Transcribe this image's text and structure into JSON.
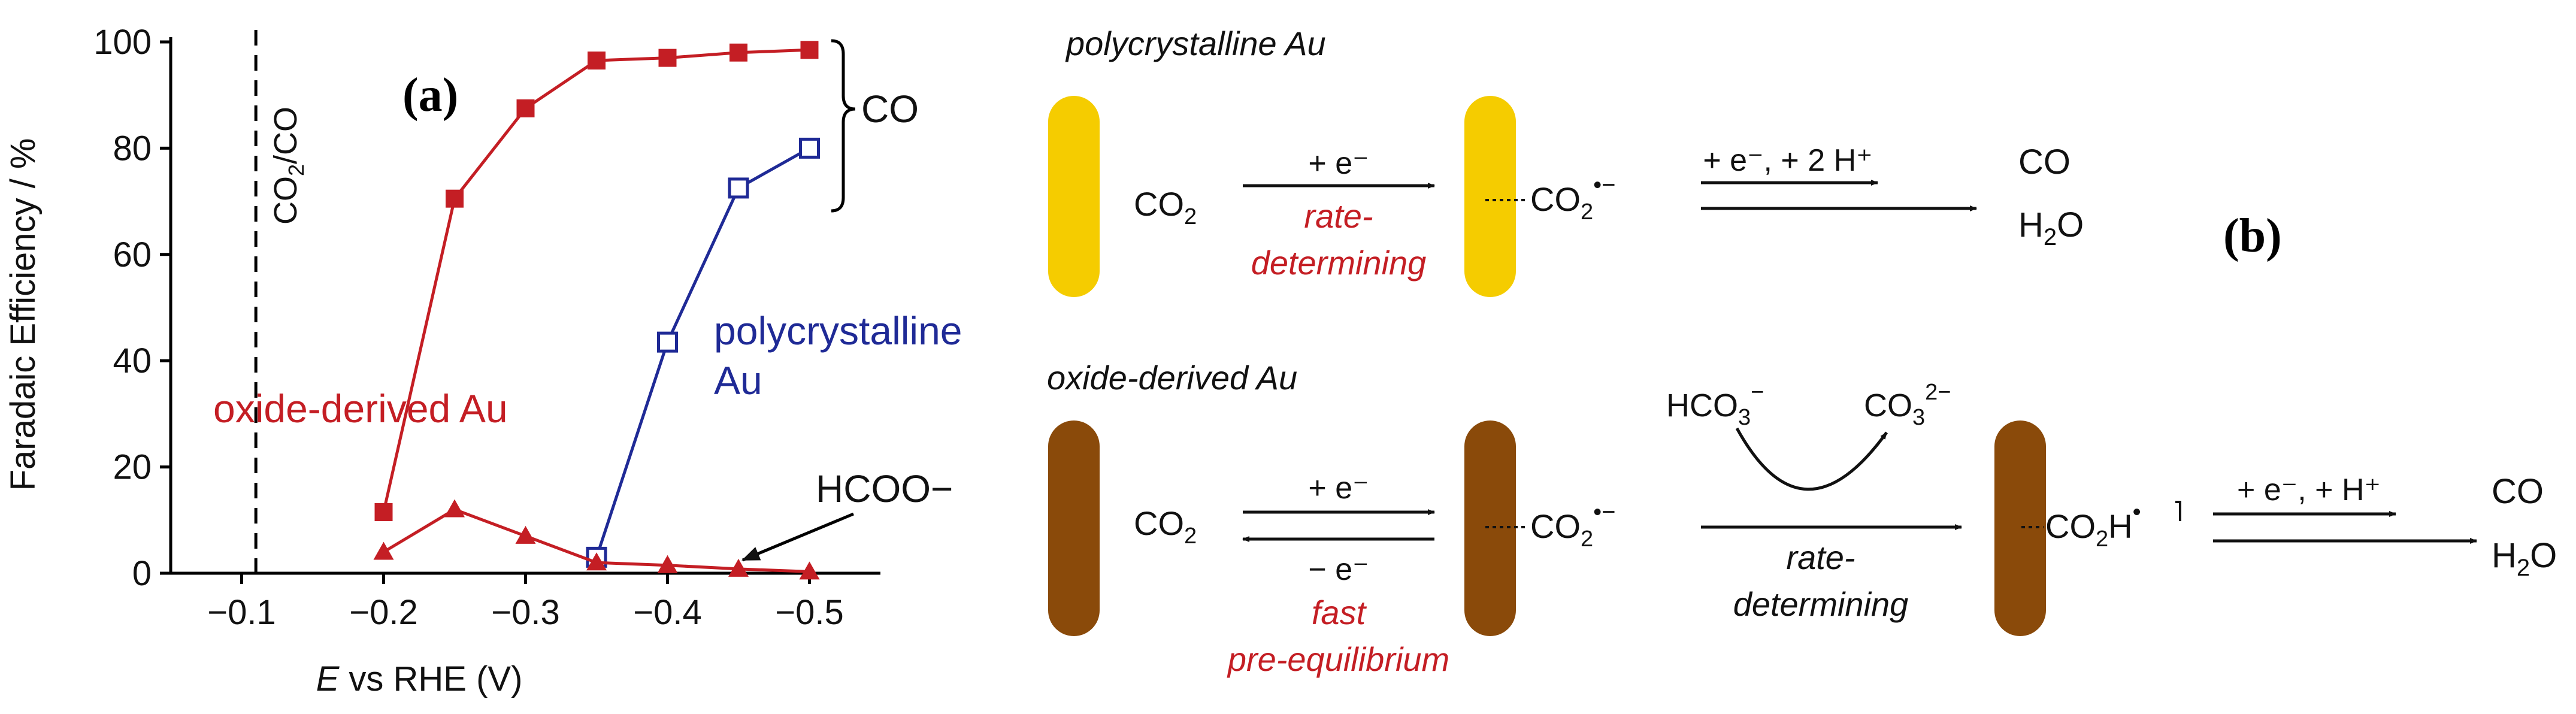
{
  "colors": {
    "oxide": "#c41e24",
    "poly": "#1f2a96",
    "gold": "#f5cc00",
    "brown": "#8a4a0a",
    "ink": "#111111",
    "axis": "#000000"
  },
  "panel_a": {
    "label": "(a)",
    "equilibrium_label": "CO2/CO",
    "equilibrium_main": "CO",
    "equilibrium_sub": "2",
    "equilibrium_tail": "/CO",
    "bracket_label": "CO",
    "oxide_label": "oxide-derived Au",
    "poly_label_1": "polycrystalline",
    "poly_label_2": "Au",
    "hcoo_label": "HCOO−"
  },
  "chart_data": {
    "type": "line",
    "ylabel": "Faradaic Efficiency / %",
    "xlabel_italic": "E",
    "xlabel_rest": " vs RHE (V)",
    "xlim": [
      -0.05,
      -0.55
    ],
    "ylim": [
      0,
      100
    ],
    "x_ticks": [
      -0.1,
      -0.2,
      -0.3,
      -0.4,
      -0.5
    ],
    "x_tick_labels": [
      "−0.1",
      "−0.2",
      "−0.3",
      "−0.4",
      "−0.5"
    ],
    "y_ticks": [
      0,
      20,
      40,
      60,
      80,
      100
    ],
    "y_tick_labels": [
      "0",
      "20",
      "40",
      "60",
      "80",
      "100"
    ],
    "equilibrium_x": -0.11,
    "grid": false,
    "series": [
      {
        "name": "oxide-derived Au",
        "product": "CO",
        "marker": "filled-square",
        "color": "#c41e24",
        "x": [
          -0.2,
          -0.25,
          -0.3,
          -0.35,
          -0.4,
          -0.45,
          -0.5
        ],
        "y": [
          11.5,
          70.5,
          87.5,
          96.5,
          97.0,
          98.0,
          98.5
        ]
      },
      {
        "name": "polycrystalline Au",
        "product": "CO",
        "marker": "open-square",
        "color": "#1f2a96",
        "x": [
          -0.35,
          -0.4,
          -0.45,
          -0.5
        ],
        "y": [
          3.0,
          43.5,
          72.5,
          80.0
        ]
      },
      {
        "name": "oxide-derived Au",
        "product": "HCOO−",
        "marker": "filled-triangle",
        "color": "#c41e24",
        "x": [
          -0.2,
          -0.25,
          -0.3,
          -0.35,
          -0.4,
          -0.45,
          -0.5
        ],
        "y": [
          4.0,
          12.0,
          7.0,
          2.0,
          1.5,
          0.8,
          0.3
        ]
      }
    ]
  },
  "panel_b": {
    "label": "(b)",
    "poly_title": "polycrystalline Au",
    "oxide_title": "oxide-derived Au",
    "co2": "CO",
    "sub2": "2",
    "radical": "•−",
    "plus_e": "+ e⁻",
    "minus_e": "− e⁻",
    "plus_e_2h": "+ e⁻, + 2 H⁺",
    "plus_e_h": "+ e⁻, + H⁺",
    "rate": "rate-",
    "determining": "determining",
    "fast": "fast",
    "pre_equilibrium": "pre-equilibrium",
    "product_co": "CO",
    "water_h": "H",
    "water_o": "O",
    "hco3_main": "HCO",
    "hco3_sub": "3",
    "hco3_sup": "−",
    "co3_main": "CO",
    "co3_sub": "3",
    "co3_sup": "2−",
    "cooh_main": "CO",
    "cooh_sub": "2",
    "cooh_h": "H",
    "cooh_sup": "•"
  }
}
